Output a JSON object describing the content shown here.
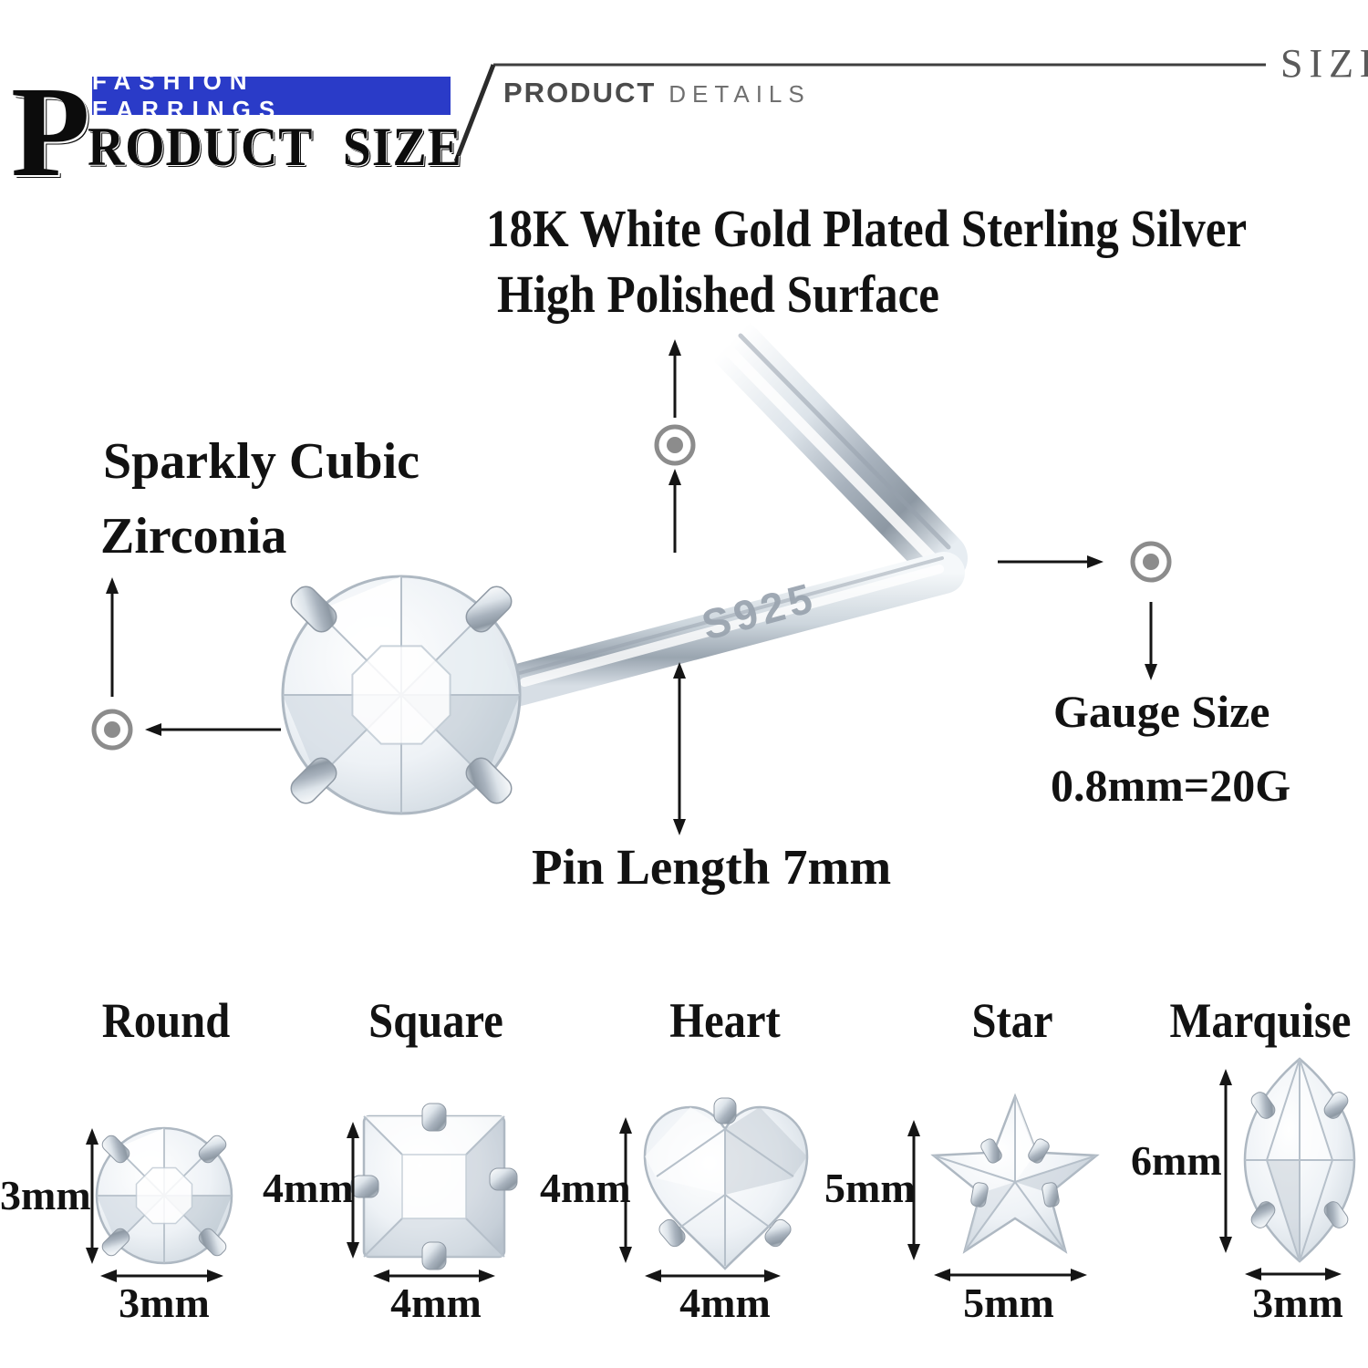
{
  "logo": {
    "initial": "P",
    "banner_text": "FASHION EARRINGS",
    "wordmark_rest": "RODUCT SIZE"
  },
  "top_bar": {
    "product_bold": "PRODUCT",
    "product_light": "DETAILS",
    "size_caption": "SIZE"
  },
  "hero": {
    "title_line1": "18K White Gold Plated Sterling Silver",
    "title_line2": "High Polished Surface",
    "cz_label_line1": "Sparkly Cubic",
    "cz_label_line2": "Zirconia",
    "gauge_label_line1": "Gauge Size",
    "gauge_label_line2": "0.8mm=20G",
    "pin_length_label": "Pin Length 7mm",
    "engraving": "S925"
  },
  "shapes": [
    {
      "name": "Round",
      "height_label": "3mm",
      "width_label": "3mm"
    },
    {
      "name": "Square",
      "height_label": "4mm",
      "width_label": "4mm"
    },
    {
      "name": "Heart",
      "height_label": "4mm",
      "width_label": "4mm"
    },
    {
      "name": "Star",
      "height_label": "5mm",
      "width_label": "5mm"
    },
    {
      "name": "Marquise",
      "height_label": "6mm",
      "width_label": "3mm"
    }
  ],
  "colors": {
    "banner_blue": "#2a3bc8",
    "ink": "#121212",
    "muted_gray": "#5a5a5a",
    "marker_gray": "#8c8c8c",
    "silver_mid": "#c3ccd4"
  }
}
